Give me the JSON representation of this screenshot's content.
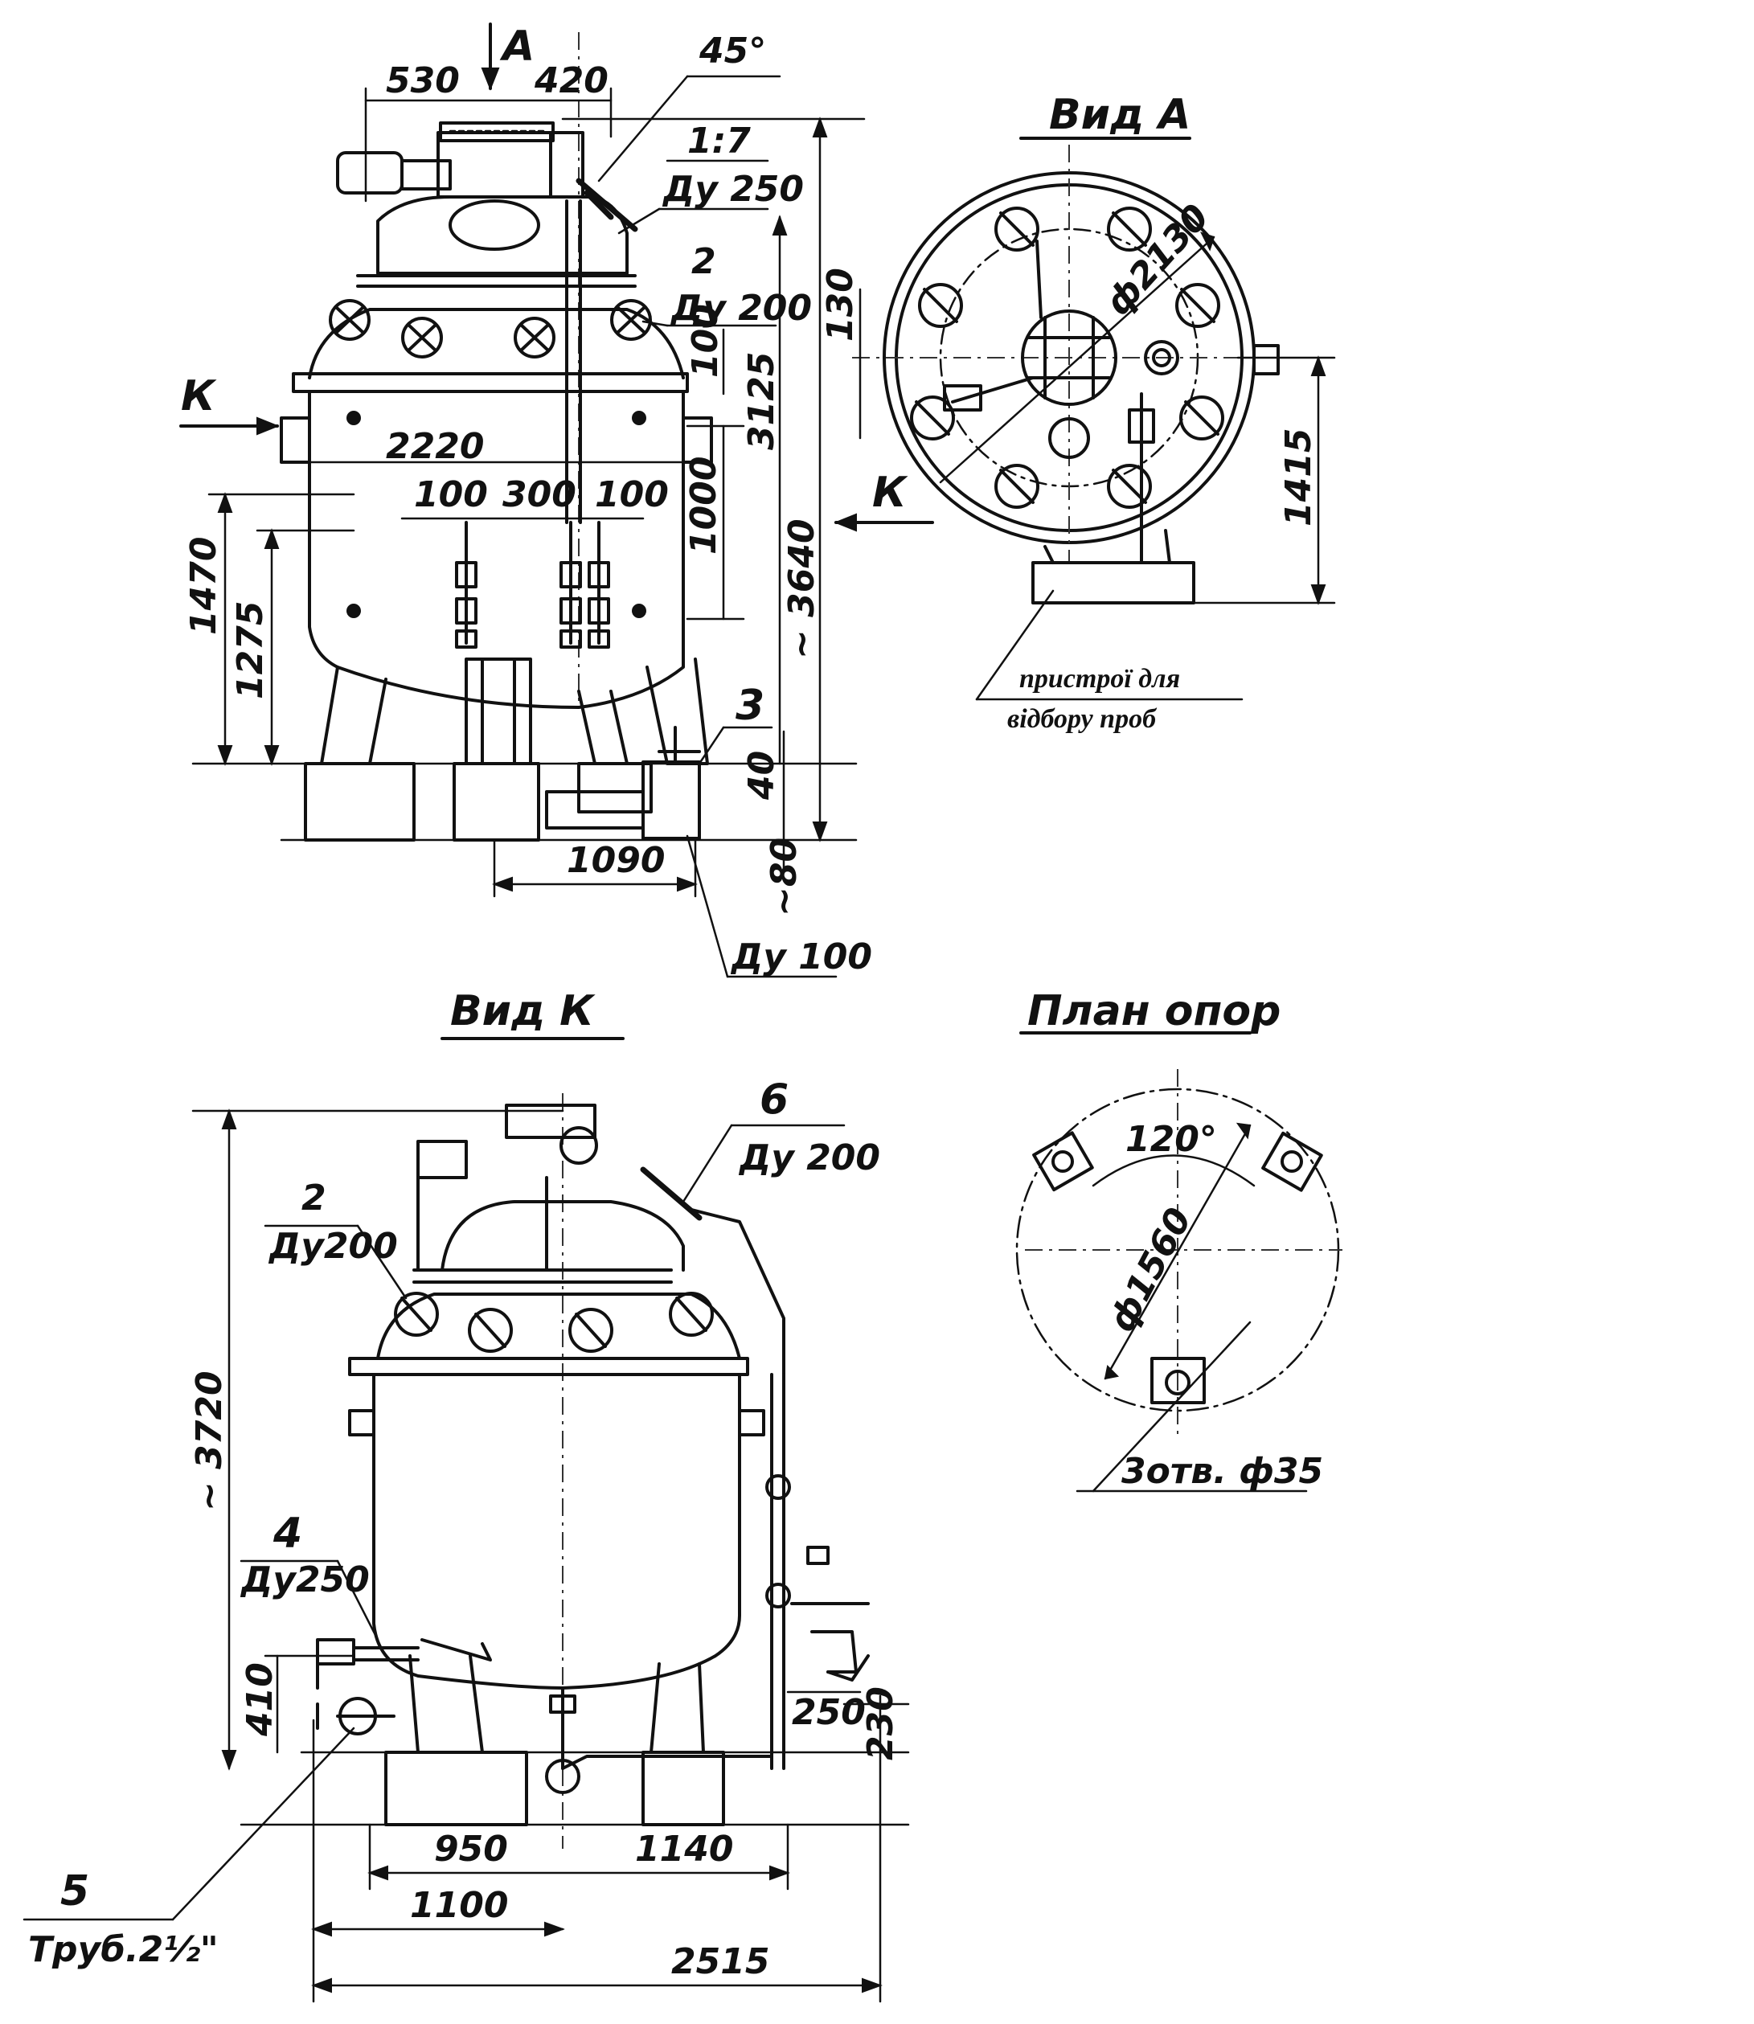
{
  "view_titles": {
    "view_a": "Вид А",
    "view_k": "Вид К",
    "support_plan": "План опор"
  },
  "markers": {
    "arrow_a": "А",
    "arrow_k_front": "К",
    "arrow_k_side": "К"
  },
  "front_view": {
    "dim_530": "530",
    "dim_420": "420",
    "angle_45": "45°",
    "slope": "1:7",
    "nozzle_top_du": "Ду 250",
    "pos_2": "2",
    "nozzle_2_du": "Ду 200",
    "dim_100_right": "100",
    "dim_3125": "3125",
    "dim_2220": "2220",
    "dim_100_a": "100",
    "dim_300": "300",
    "dim_100_b": "100",
    "dim_1000": "1000",
    "dim_3640": "~ 3640",
    "dim_1470": "1470",
    "dim_1275": "1275",
    "pos_3": "3",
    "dim_40": "40",
    "dim_80": "~80",
    "dim_1090": "1090",
    "nozzle_bottom_du": "Ду 100"
  },
  "view_a": {
    "dim_130": "130",
    "dim_d2130": "ф2130",
    "dim_1415": "1415",
    "note_line1": "пристрої для",
    "note_line2": "відбору проб"
  },
  "view_k": {
    "pos_6": "6",
    "nozzle_6_du": "Ду 200",
    "pos_2": "2",
    "nozzle_2_du": "Ду200",
    "dim_3720": "~ 3720",
    "pos_4": "4",
    "nozzle_4_du": "Ду250",
    "dim_410": "410",
    "dim_250": "250",
    "dim_230": "230",
    "dim_950": "950",
    "dim_1140": "1140",
    "dim_1100": "1100",
    "dim_2515": "2515",
    "pos_5": "5",
    "pipe_5": "Труб.2½\""
  },
  "support_plan": {
    "angle_120": "120°",
    "dim_d1560": "ф1560",
    "holes": "3отв. ф35"
  }
}
